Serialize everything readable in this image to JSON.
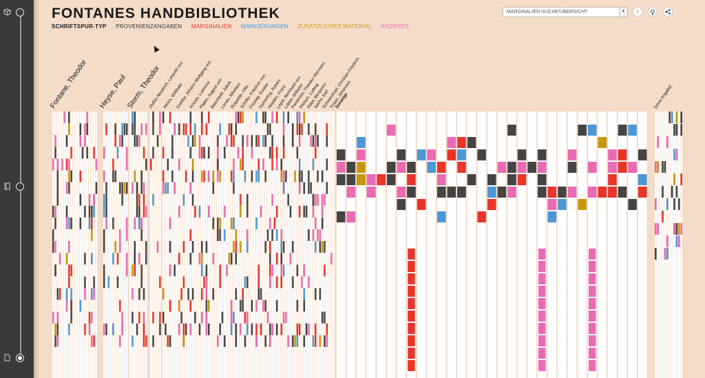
{
  "title": "FONTANES HANDBIBLIOTHEK",
  "legend": {
    "type_label": "SCHRIFTSPUR-TYP",
    "items": [
      {
        "label": "PROVENIENZANGABEN",
        "color": "#333333"
      },
      {
        "label": "MARGINALIEN",
        "color": "#e8342a"
      },
      {
        "label": "MARKIERUNGEN",
        "color": "#4b97d8"
      },
      {
        "label": "ZUSÄTZLICHES MATERIAL",
        "color": "#c8960c"
      },
      {
        "label": "ANDERES",
        "color": "#ea6ab4"
      }
    ]
  },
  "toolbar": {
    "select_value": "MARGINALIEN-SUCHE/ÜBERSICHT",
    "info_icon": "info-icon",
    "bulb_icon": "lightbulb-icon",
    "share_icon": "share-icon"
  },
  "sidebar": {
    "icons": [
      "cube-icon",
      "book-icon",
      "document-icon"
    ]
  },
  "colors": {
    "provenienz": "#444444",
    "marginalien": "#e8342a",
    "markierungen": "#4b97d8",
    "material": "#c8960c",
    "anderes": "#ea6ab4",
    "column": "#ffffff",
    "background": "#f4dcc8"
  },
  "chart_data": {
    "type": "heatmap",
    "columns": [
      {
        "label": "Fontane, Theodor",
        "big": true
      },
      {
        "label": "Heyse, Paul",
        "big": true
      },
      {
        "label": "Storm, Theodor",
        "big": true
      },
      {
        "label": "Zedlitz-Neukirch, Leopold von"
      },
      {
        "label": "Alexis, Willibald"
      },
      {
        "label": "Goethe, Johann Wolfgang von"
      },
      {
        "label": "Ariosto, Ludovico"
      },
      {
        "label": "Platen, August von"
      },
      {
        "label": "Baechtold, Jakob"
      },
      {
        "label": "Lenau, Nikolaus"
      },
      {
        "label": "Roquette, Otto"
      },
      {
        "label": "Schiller, Friedrich von"
      },
      {
        "label": "Freytag, Gustav"
      },
      {
        "label": "Hamerling, Robert"
      },
      {
        "label": "Heyden, Franz"
      },
      {
        "label": "Lepel, Bernhard von"
      },
      {
        "label": "Lübke, Wilhelm"
      },
      {
        "label": "Pantenius, Theodor Hermann"
      },
      {
        "label": "Pietsch, Ludwig"
      },
      {
        "label": "Ritter, Benjamin"
      },
      {
        "label": "Sachs, Karl"
      },
      {
        "label": "Schwarzkopf, Christian Friedrich"
      },
      {
        "label": "Trojan, Johannes"
      },
      {
        "label": "Sonstige",
        "bold": true
      },
      {
        "label": "[ohne Angabe]"
      }
    ]
  }
}
